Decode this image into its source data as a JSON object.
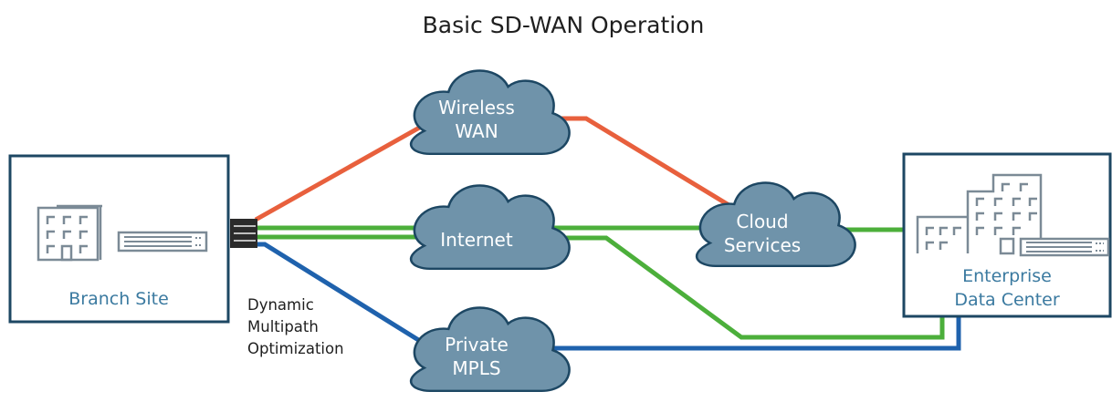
{
  "title": "Basic SD-WAN Operation",
  "colors": {
    "cloud_fill": "#6f93aa",
    "cloud_stroke": "#1d4763",
    "box_stroke": "#1d4763",
    "site_label": "#3b7aa0",
    "link_wireless": "#e8603d",
    "link_internet": "#4caf3b",
    "link_mpls": "#1f62ad"
  },
  "clouds": {
    "wireless_wan": {
      "line1": "Wireless",
      "line2": "WAN"
    },
    "internet": {
      "line1": "Internet"
    },
    "private_mpls": {
      "line1": "Private",
      "line2": "MPLS"
    },
    "cloud_services": {
      "line1": "Cloud",
      "line2": "Services"
    }
  },
  "branch_site": {
    "label": "Branch Site",
    "icons": [
      "building-icon",
      "router-icon"
    ]
  },
  "data_center": {
    "line1": "Enterprise",
    "line2": "Data Center",
    "icons": [
      "building-icon",
      "router-icon"
    ]
  },
  "optimization_note": {
    "line1": "Dynamic",
    "line2": "Multipath",
    "line3": "Optimization"
  }
}
